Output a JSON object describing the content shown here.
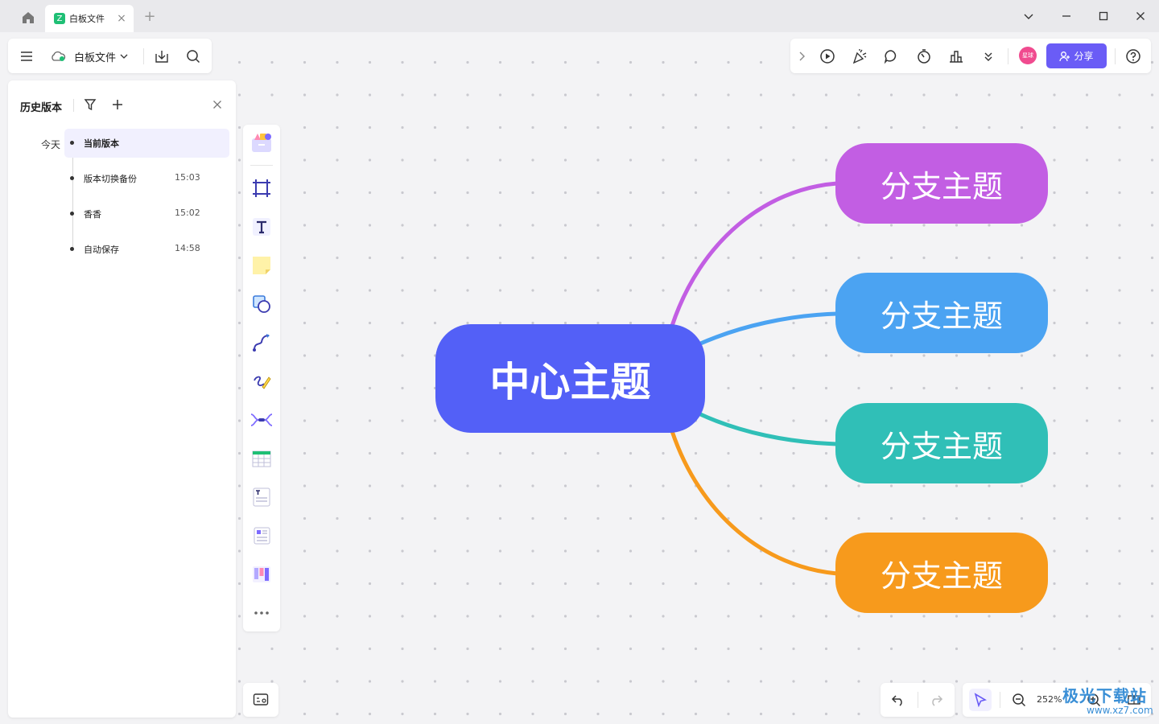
{
  "titlebar": {
    "tab_label": "白板文件",
    "tab_logo": "Z",
    "tab_close": "×",
    "new_tab": "+"
  },
  "toolbar_left": {
    "file_name": "白板文件"
  },
  "toolbar_right": {
    "avatar_text": "星球",
    "share_label": "分享"
  },
  "history": {
    "title": "历史版本",
    "day": "今天",
    "items": [
      {
        "name": "当前版本",
        "time": ""
      },
      {
        "name": "版本切换备份",
        "time": "15:03"
      },
      {
        "name": "香香",
        "time": "15:02"
      },
      {
        "name": "自动保存",
        "time": "14:58"
      }
    ]
  },
  "mindmap": {
    "center": {
      "label": "中心主题",
      "color": "#5360f7"
    },
    "branches": [
      {
        "label": "分支主题",
        "color": "#c25ee3"
      },
      {
        "label": "分支主题",
        "color": "#4ba3f2"
      },
      {
        "label": "分支主题",
        "color": "#30bfb7"
      },
      {
        "label": "分支主题",
        "color": "#f79a1c"
      }
    ]
  },
  "zoom": {
    "level": "252%"
  },
  "watermark": {
    "brand": "极光下载站",
    "url": "www.xz7.com"
  },
  "colors": {
    "accent": "#6a5cf6",
    "canvas_bg": "#f3f3f5"
  }
}
